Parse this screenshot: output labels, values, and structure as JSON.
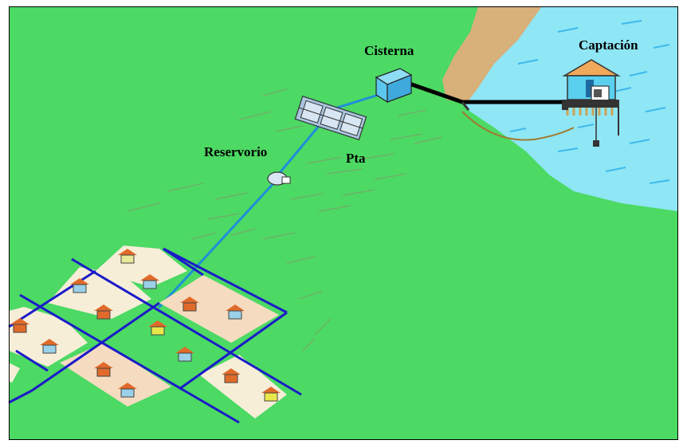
{
  "labels": {
    "cisterna": "Cisterna",
    "captacion": "Captación",
    "reservorio": "Reservorio",
    "pta": "Pta"
  },
  "colors": {
    "land": "#4cd964",
    "sea": "#8fe6f5",
    "beach": "#d8b07a",
    "pipe": "#1f8fd8",
    "street": "#1b1bc8",
    "lot": "#f7eed8",
    "roof": "#e06a2a",
    "tank": "#5bc6ee"
  }
}
